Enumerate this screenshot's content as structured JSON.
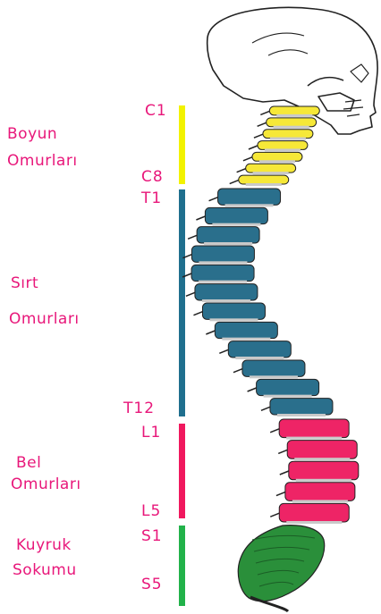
{
  "regions": [
    {
      "name_line1": "Boyun",
      "name_line2": "Omurları",
      "top_tick": "C1",
      "bottom_tick": "C8",
      "color": "#f2f200",
      "fill": "#f6e838"
    },
    {
      "name_line1": "Sırt",
      "name_line2": "Omurları",
      "top_tick": "T1",
      "bottom_tick": "T12",
      "color": "#1f6f8e",
      "fill": "#2a6f8c"
    },
    {
      "name_line1": "Bel",
      "name_line2": "Omurları",
      "top_tick": "L1",
      "bottom_tick": "L5",
      "color": "#f0185e",
      "fill": "#ee2466"
    },
    {
      "name_line1": "Kuyruk",
      "name_line2": "Sokumu",
      "top_tick": "S1",
      "bottom_tick": "S5",
      "color": "#22b24a",
      "fill": "#2a8f3a"
    }
  ],
  "colors": {
    "label": "#e8177a",
    "outline": "#222222"
  },
  "icons": [
    "skull-icon",
    "spine-illustration"
  ]
}
